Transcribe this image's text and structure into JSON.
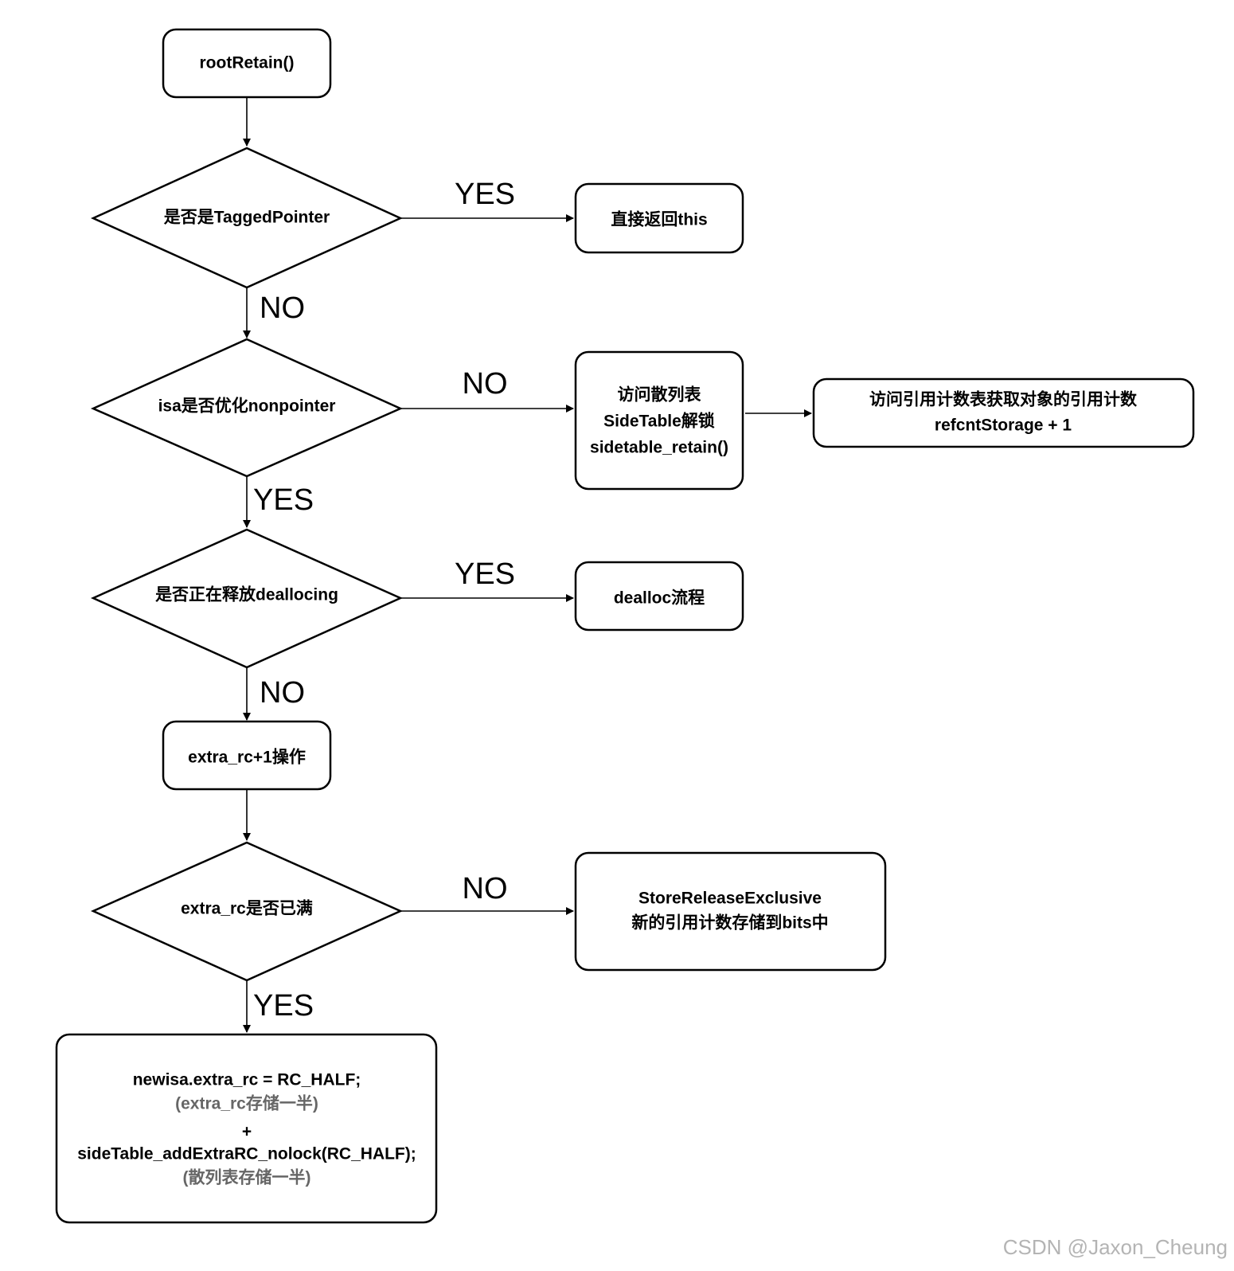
{
  "nodes": {
    "root_retain": {
      "label": "rootRetain()"
    },
    "is_tagged_pointer": {
      "label": "是否是TaggedPointer"
    },
    "return_this": {
      "label": "直接返回this"
    },
    "isa_nonpointer": {
      "label": "isa是否优化nonpointer"
    },
    "side_table": {
      "lines": [
        "访问散列表",
        "SideTable解锁",
        "sidetable_retain()"
      ]
    },
    "refcnt": {
      "lines": [
        "访问引用计数表获取对象的引用计数",
        "refcntStorage + 1"
      ]
    },
    "is_deallocating": {
      "label": "是否正在释放deallocing"
    },
    "dealloc_flow": {
      "label": "dealloc流程"
    },
    "extra_rc_inc": {
      "label": "extra_rc+1操作"
    },
    "extra_rc_full": {
      "label": "extra_rc是否已满"
    },
    "store_release": {
      "lines": [
        "StoreReleaseExclusive",
        "新的引用计数存储到bits中"
      ]
    },
    "half_split": {
      "line1": "newisa.extra_rc = RC_HALF;",
      "line2": "(extra_rc存储一半)",
      "line3": "+",
      "line4": "sideTable_addExtraRC_nolock(RC_HALF);",
      "line5": "(散列表存储一半)"
    }
  },
  "edges": {
    "tagged_yes": "YES",
    "tagged_no": "NO",
    "nonpointer_no": "NO",
    "nonpointer_yes": "YES",
    "dealloc_yes": "YES",
    "dealloc_no": "NO",
    "full_no": "NO",
    "full_yes": "YES"
  },
  "watermark": "CSDN @Jaxon_Cheung"
}
